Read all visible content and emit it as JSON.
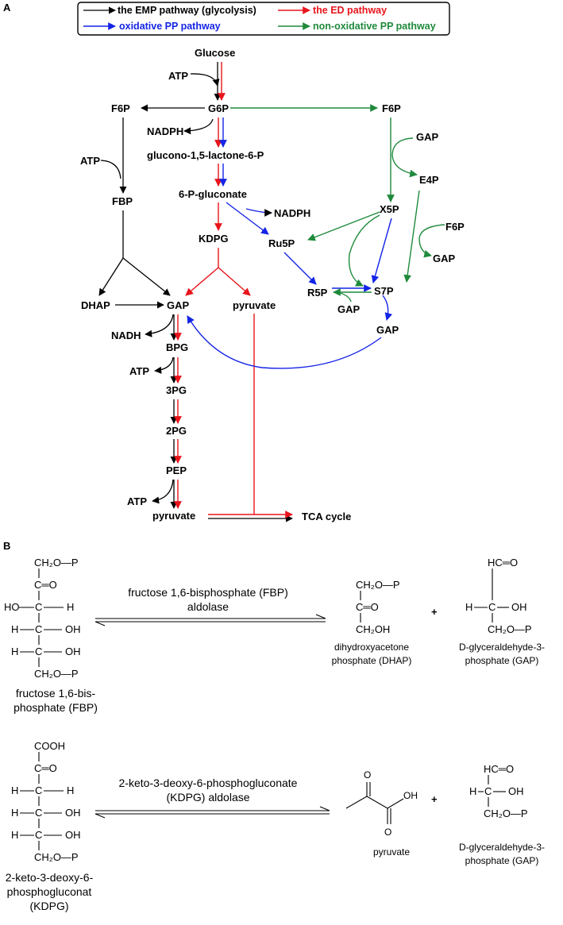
{
  "panel_a": {
    "label": "A",
    "legend": {
      "emp": "the EMP pathway (glycolysis)",
      "ed": "the ED pathway",
      "opp": "oxidative PP pathway",
      "nopp": "non-oxidative PP pathway"
    },
    "colors": {
      "emp": "#000000",
      "ed": "#e8141b",
      "opp": "#1424e6",
      "nopp": "#1f8a3c"
    },
    "nodes": {
      "glucose": "Glucose",
      "atp1": "ATP",
      "g6p": "G6P",
      "f6p_left": "F6P",
      "nadph1": "NADPH",
      "glucono": "glucono-1,5-lactone-6-P",
      "atp2": "ATP",
      "fbp": "FBP",
      "gluconate": "6-P-gluconate",
      "nadph2": "NADPH",
      "kdpg": "KDPG",
      "ru5p": "Ru5P",
      "dhap": "DHAP",
      "gap_main": "GAP",
      "pyruvate_ed": "pyruvate",
      "nadh": "NADH",
      "bpg": "BPG",
      "atp3": "ATP",
      "pg3": "3PG",
      "pg2": "2PG",
      "pep": "PEP",
      "atp4": "ATP",
      "pyruvate_main": "pyruvate",
      "tca": "TCA cycle",
      "f6p_right": "F6P",
      "gap_r1": "GAP",
      "e4p": "E4P",
      "x5p": "X5P",
      "f6p_r2": "F6P",
      "gap_r2": "GAP",
      "r5p": "R5P",
      "s7p": "S7P",
      "gap_r3": "GAP",
      "gap_r4": "GAP"
    }
  },
  "panel_b": {
    "label": "B",
    "reaction1": {
      "enzyme_line1": "fructose 1,6-bisphosphate (FBP)",
      "enzyme_line2": "aldolase",
      "substrate": {
        "top": "CH₂O—P",
        "r1": "C═O",
        "r2_left": "HO",
        "r2_right": "H",
        "r3_left": "H",
        "r3_right": "OH",
        "r4_left": "H",
        "r4_right": "OH",
        "bottom": "CH₂O—P",
        "atom": "C",
        "name_line1": "fructose 1,6-bis-",
        "name_line2": "phosphate (FBP)"
      },
      "product1": {
        "top": "CH₂O—P",
        "mid": "C═O",
        "bottom": "CH₂OH",
        "name_line1": "dihydroxyacetone",
        "name_line2": "phosphate (DHAP)"
      },
      "plus": "+",
      "product2": {
        "top": "HC═O",
        "mid_left": "H",
        "mid_right": "OH",
        "atom": "C",
        "bottom": "CH₂O—P",
        "name_line1": "D-glyceraldehyde-3-",
        "name_line2": "phosphate (GAP)"
      }
    },
    "reaction2": {
      "enzyme_line1": "2-keto-3-deoxy-6-phosphogluconate",
      "enzyme_line2": "(KDPG) aldolase",
      "substrate": {
        "top": "COOH",
        "r1": "C═O",
        "r2_left": "H",
        "r2_right": "H",
        "r3_left": "H",
        "r3_right": "OH",
        "r4_left": "H",
        "r4_right": "OH",
        "bottom": "CH₂O—P",
        "atom": "C",
        "name_line1": "2-keto-3-deoxy-6-",
        "name_line2": "phosphogluconat",
        "name_line3": "(KDPG)"
      },
      "product1": {
        "o_top": "O",
        "oh": "OH",
        "o_bottom": "O",
        "name": "pyruvate"
      },
      "plus": "+",
      "product2": {
        "top": "HC═O",
        "mid_left": "H",
        "mid_right": "OH",
        "atom": "C",
        "bottom": "CH₂O—P",
        "name_line1": "D-glyceraldehyde-3-",
        "name_line2": "phosphate (GAP)"
      }
    }
  }
}
